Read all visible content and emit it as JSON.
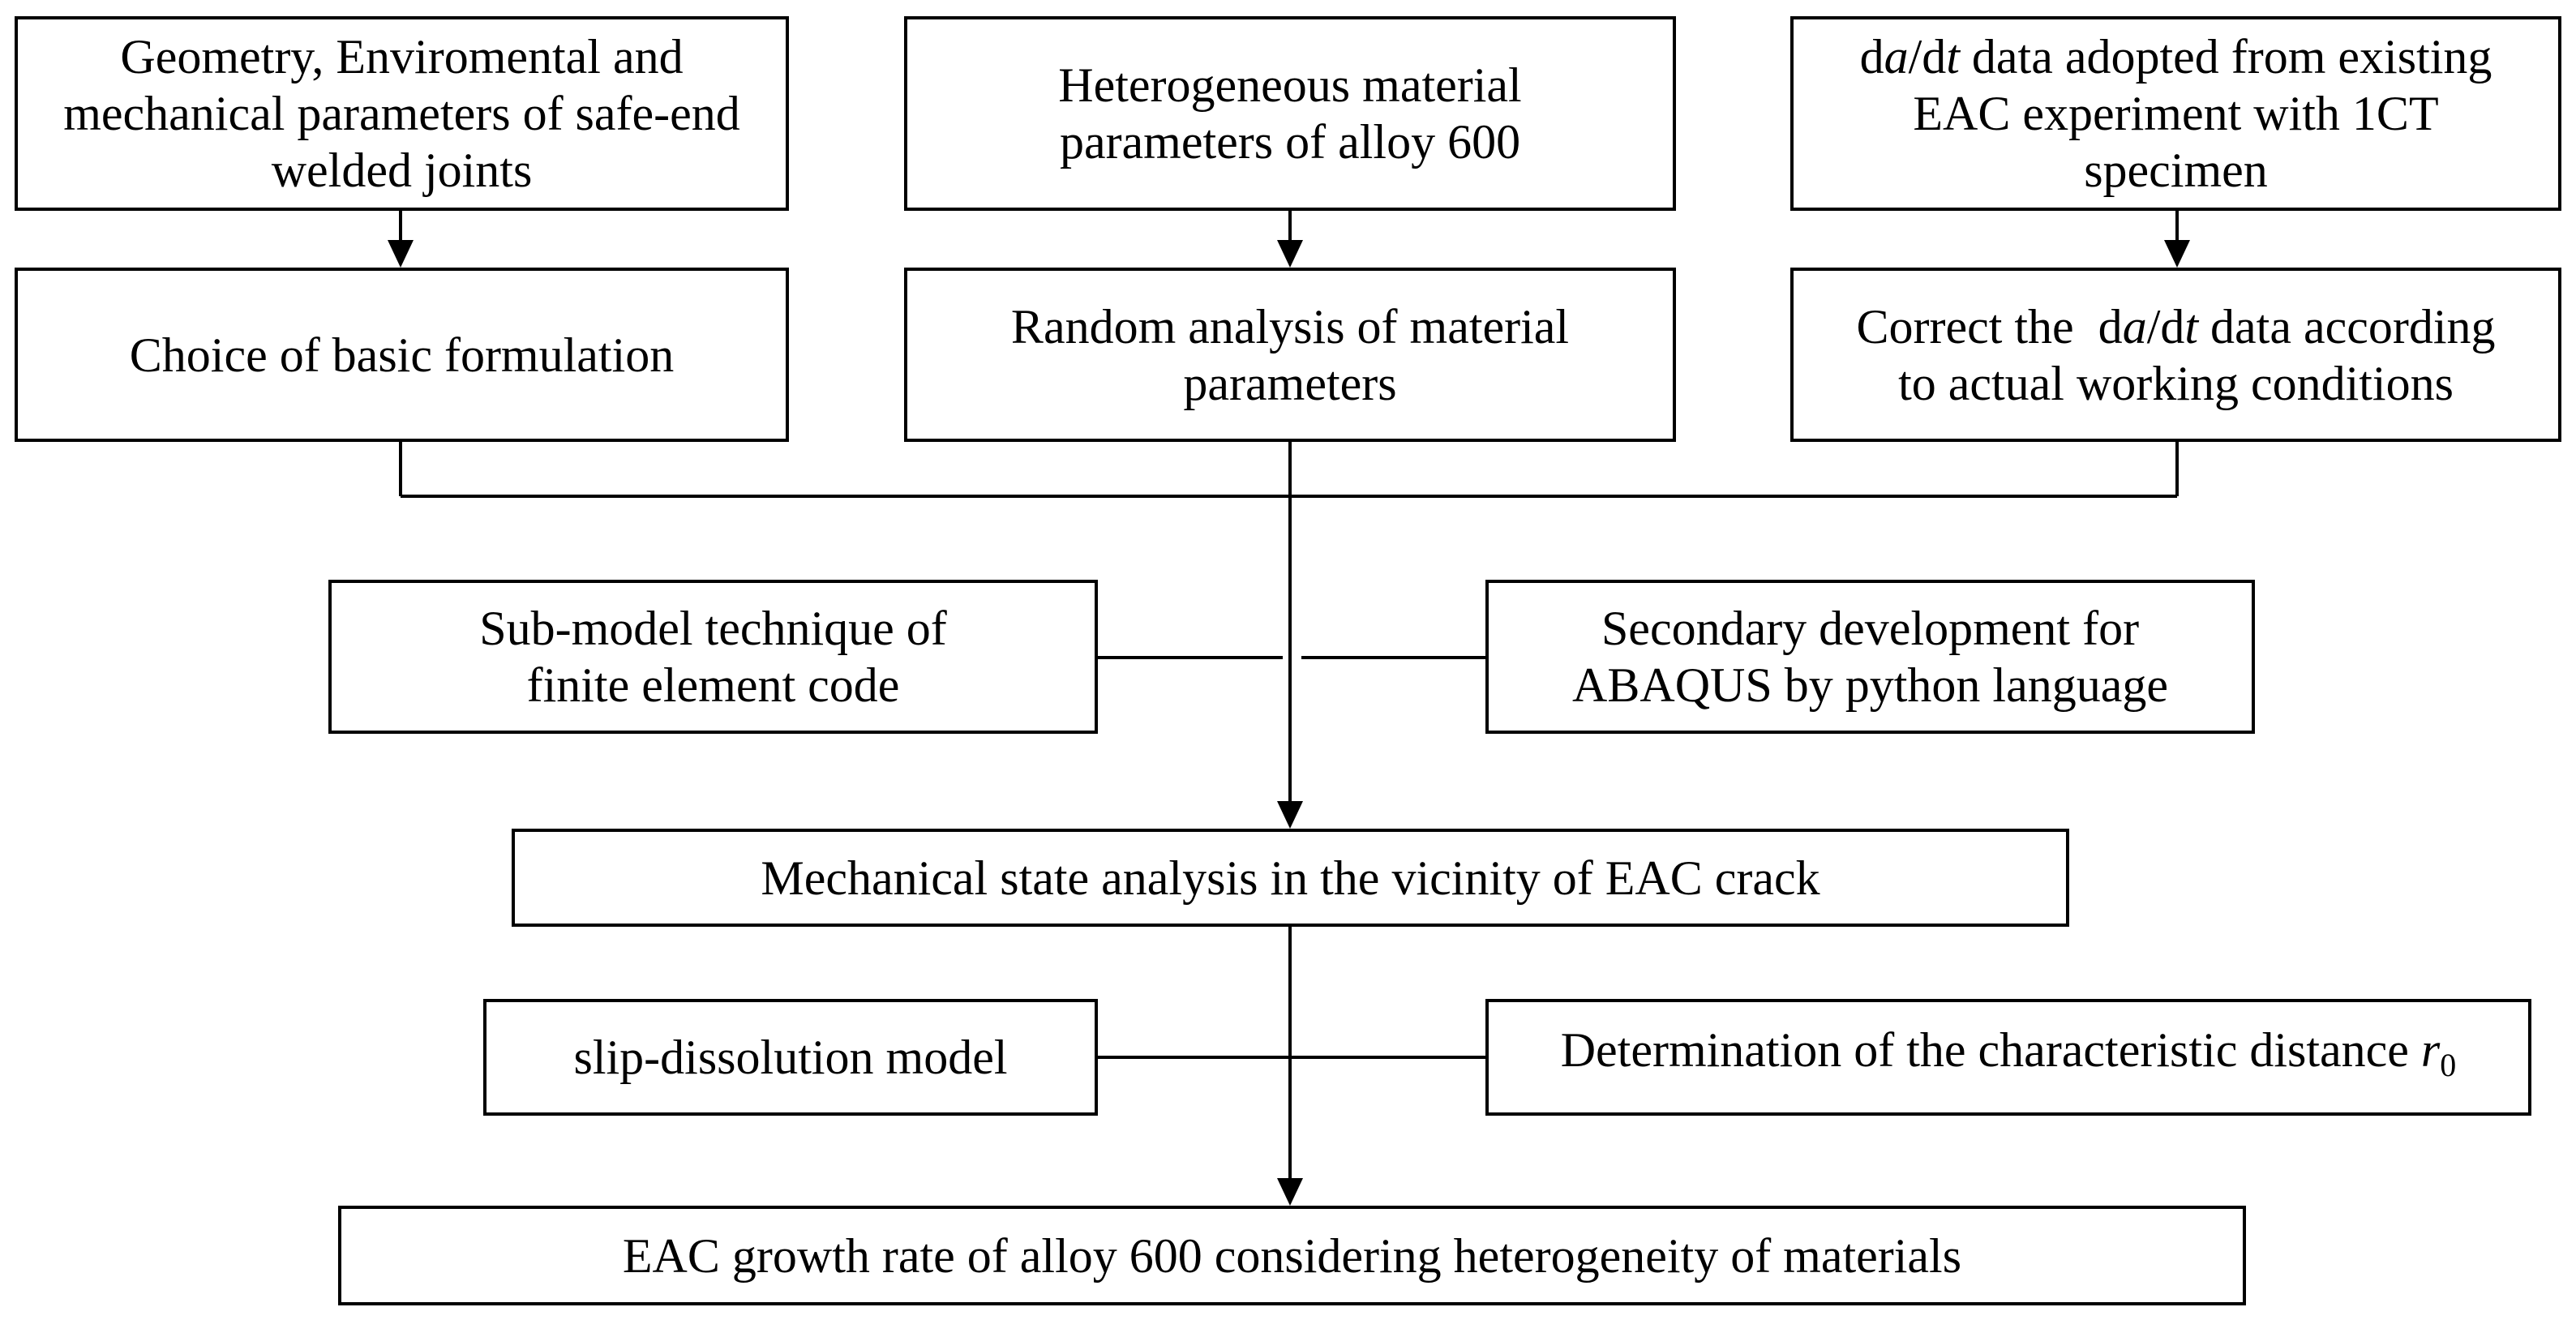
{
  "boxes": {
    "b1": {
      "text": "Geometry, Enviromental and mechanical parameters of safe-end welded joints"
    },
    "b2": {
      "text": "Heterogeneous material parameters of alloy 600"
    },
    "b3": {
      "line1_a": "d",
      "line1_b": "a",
      "line1_c": "/d",
      "line1_d": "t",
      "line1_e": " data adopted from existing",
      "line2": "EAC experiment with 1CT",
      "line3": "specimen"
    },
    "b4": {
      "text": "Choice of basic formulation"
    },
    "b5": {
      "text": "Random analysis of material parameters"
    },
    "b6": {
      "line1_a": "Correct the  d",
      "line1_b": "a",
      "line1_c": "/d",
      "line1_d": "t",
      "line1_e": " data according",
      "line2": "to actual working conditions"
    },
    "b7": {
      "text": "Sub-model technique of finite element code"
    },
    "b8": {
      "text": "Secondary development for ABAQUS by python language"
    },
    "b9": {
      "text": "Mechanical state analysis in the vicinity of EAC crack"
    },
    "b10": {
      "text": "slip-dissolution model"
    },
    "b11": {
      "text_a": "Determination of the characteristic distance ",
      "text_b": "r",
      "text_c": "0"
    },
    "b12": {
      "text": "EAC growth rate of alloy 600 considering heterogeneity of materials"
    }
  },
  "colors": {
    "line": "#000000",
    "background": "#ffffff"
  }
}
